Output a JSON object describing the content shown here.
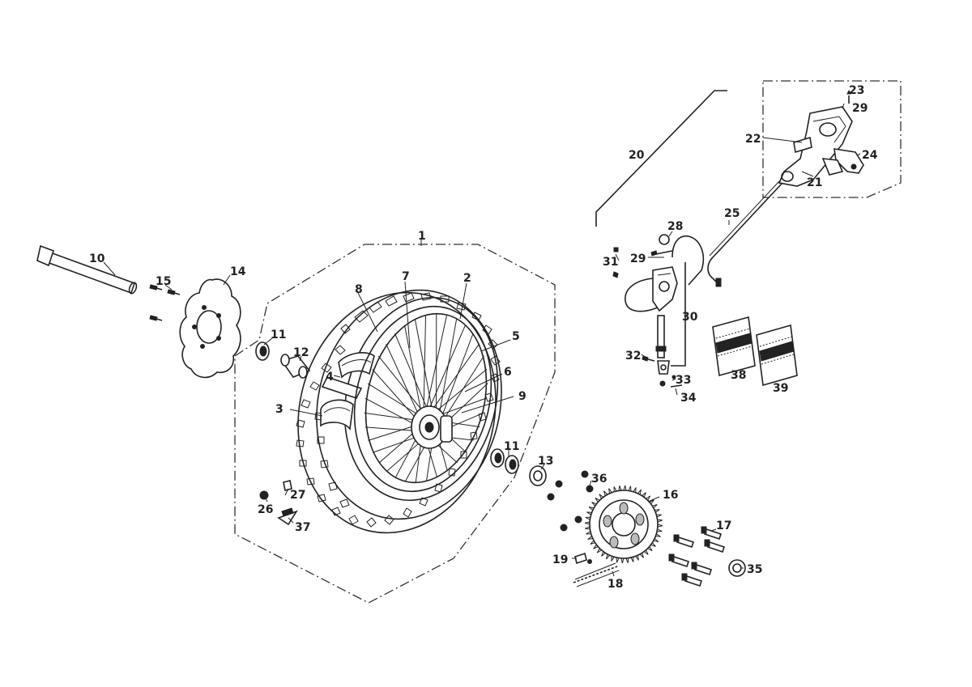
{
  "callouts": {
    "c1": "1",
    "c2": "2",
    "c3": "3",
    "c4": "4",
    "c5": "5",
    "c6": "6",
    "c7": "7",
    "c8": "8",
    "c9": "9",
    "c10": "10",
    "c11a": "11",
    "c11b": "11",
    "c12": "12",
    "c13": "13",
    "c14": "14",
    "c15": "15",
    "c16": "16",
    "c17": "17",
    "c18": "18",
    "c19": "19",
    "c20": "20",
    "c21": "21",
    "c22": "22",
    "c23": "23",
    "c24": "24",
    "c25": "25",
    "c26": "26",
    "c27": "27",
    "c28": "28",
    "c29a": "29",
    "c29b": "29",
    "c30": "30",
    "c31": "31",
    "c32": "32",
    "c33": "33",
    "c34": "34",
    "c35": "35",
    "c36": "36",
    "c37": "37",
    "c38": "38",
    "c39": "39"
  },
  "colors": {
    "line": "#222222",
    "background": "#ffffff"
  }
}
